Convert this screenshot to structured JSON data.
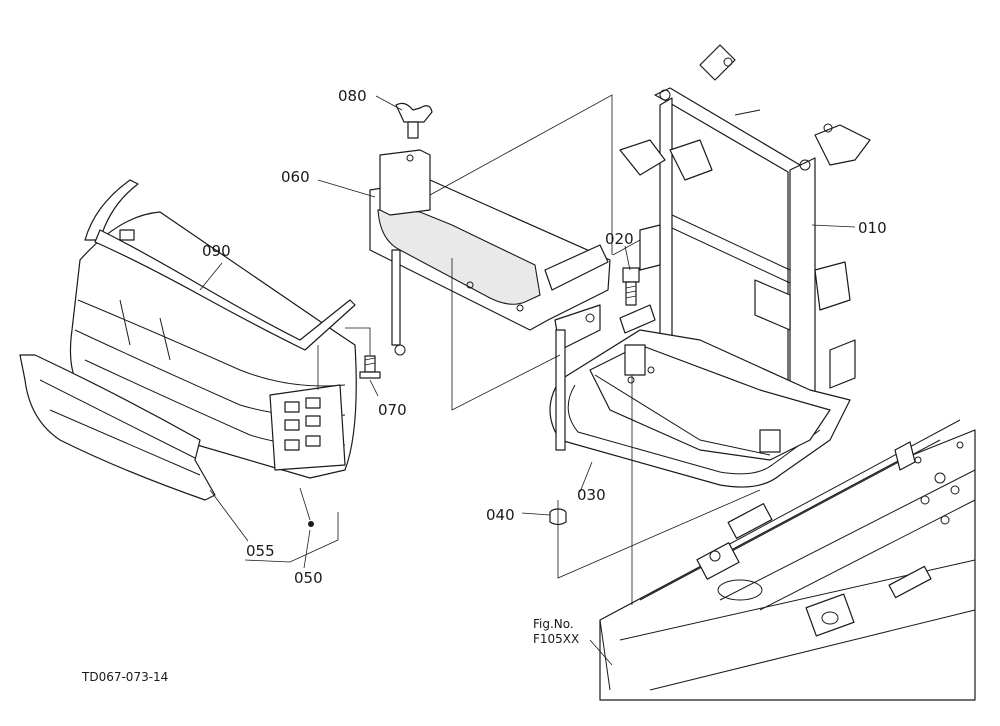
{
  "diagram": {
    "part_labels": {
      "p010": "010",
      "p020": "020",
      "p030": "030",
      "p040": "040",
      "p050": "050",
      "p055": "055",
      "p060": "060",
      "p070": "070",
      "p080": "080",
      "p090": "090"
    },
    "figure_reference": {
      "line1": "Fig.No.",
      "line2": "F105XX"
    },
    "drawing_code": "TD067-073-14"
  }
}
